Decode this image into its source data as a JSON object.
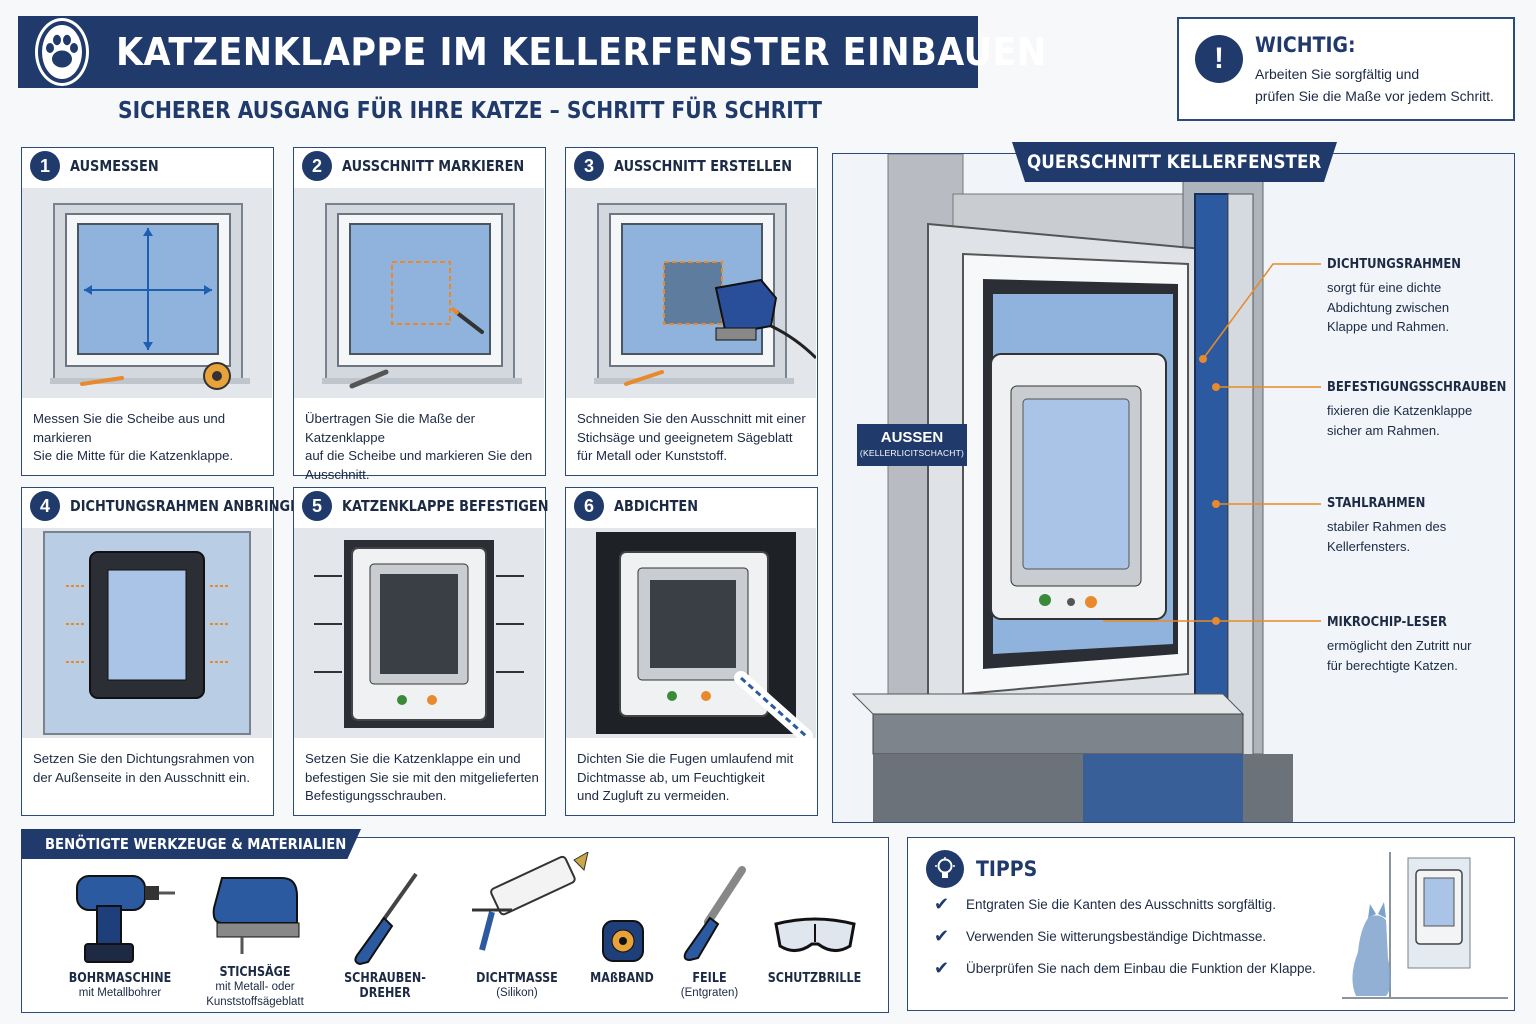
{
  "header": {
    "title": "KATZENKLAPPE IM KELLERFENSTER EINBAUEN",
    "subtitle": "SICHERER AUSGANG FÜR IHRE KATZE – SCHRITT FÜR SCHRITT"
  },
  "important": {
    "icon": "!",
    "title": "WICHTIG:",
    "line1": "Arbeiten Sie sorgfältig und",
    "line2": "prüfen Sie die Maße vor jedem Schritt."
  },
  "steps": [
    {
      "num": "1",
      "title": "AUSMESSEN",
      "lines": [
        "Messen Sie die Scheibe aus und markieren",
        "Sie die Mitte für die Katzenklappe."
      ]
    },
    {
      "num": "2",
      "title": "AUSSCHNITT MARKIEREN",
      "lines": [
        "Übertragen Sie die Maße der Katzenklappe",
        "auf die Scheibe und markieren Sie den",
        "Ausschnitt."
      ]
    },
    {
      "num": "3",
      "title": "AUSSCHNITT ERSTELLEN",
      "lines": [
        "Schneiden Sie den Ausschnitt mit einer",
        "Stichsäge und geeignetem Sägeblatt",
        "für Metall oder Kunststoff."
      ]
    },
    {
      "num": "4",
      "title": "DICHTUNGSRAHMEN ANBRINGEN",
      "lines": [
        "Setzen Sie den Dichtungsrahmen von",
        "der Außenseite in den Ausschnitt ein."
      ]
    },
    {
      "num": "5",
      "title": "KATZENKLAPPE BEFESTIGEN",
      "lines": [
        "Setzen Sie die Katzenklappe ein und",
        "befestigen Sie sie mit den mitgelieferten",
        "Befestigungsschrauben."
      ]
    },
    {
      "num": "6",
      "title": "ABDICHTEN",
      "lines": [
        "Dichten Sie die Fugen umlaufend mit",
        "Dichtmasse ab, um Feuchtigkeit",
        "und Zugluft zu vermeiden."
      ]
    }
  ],
  "cross_section": {
    "title": "QUERSCHNITT KELLERFENSTER",
    "outside_label": "AUSSEN",
    "outside_sub": "(KELLERLICITSCHACHT)",
    "callouts": [
      {
        "title": "DICHTUNGSRAHMEN",
        "lines": [
          "sorgt für eine dichte",
          "Abdichtung zwischen",
          "Klappe und Rahmen."
        ]
      },
      {
        "title": "BEFESTIGUNGSSCHRAUBEN",
        "lines": [
          "fixieren die Katzenklappe",
          "sicher am Rahmen."
        ]
      },
      {
        "title": "STAHLRAHMEN",
        "lines": [
          "stabiler Rahmen des",
          "Kellerfensters."
        ]
      },
      {
        "title": "MIKROCHIP-LESER",
        "lines": [
          "ermöglicht den Zutritt nur",
          "für berechtigte Katzen."
        ]
      }
    ]
  },
  "tools": {
    "title": "BENÖTIGTE WERKZEUGE & MATERIALIEN",
    "items": [
      {
        "name": "BOHRMASCHINE",
        "sub": "mit Metallbohrer",
        "icon": "drill-icon"
      },
      {
        "name": "STICHSÄGE",
        "sub": "mit Metall- oder Kunststoffsägeblatt",
        "icon": "jigsaw-icon"
      },
      {
        "name": "SCHRAUBEN-",
        "name2": "DREHER",
        "sub": "",
        "icon": "screwdriver-icon"
      },
      {
        "name": "DICHTMASSE",
        "sub": "(Silikon)",
        "icon": "caulk-gun-icon"
      },
      {
        "name": "MAßBAND",
        "sub": "",
        "icon": "tape-measure-icon"
      },
      {
        "name": "FEILE",
        "sub": "(Entgraten)",
        "icon": "file-icon"
      },
      {
        "name": "SCHUTZBRILLE",
        "sub": "",
        "icon": "safety-glasses-icon"
      }
    ]
  },
  "tips": {
    "title": "TIPPS",
    "items": [
      "Entgraten Sie die Kanten des Ausschnitts sorgfältig.",
      "Verwenden Sie witterungsbeständige Dichtmasse.",
      "Überprüfen Sie nach dem Einbau die Funktion der Klappe."
    ]
  },
  "colors": {
    "navy": "#1f3a6b",
    "accent": "#e8892b",
    "glass": "#8fb3dc"
  }
}
